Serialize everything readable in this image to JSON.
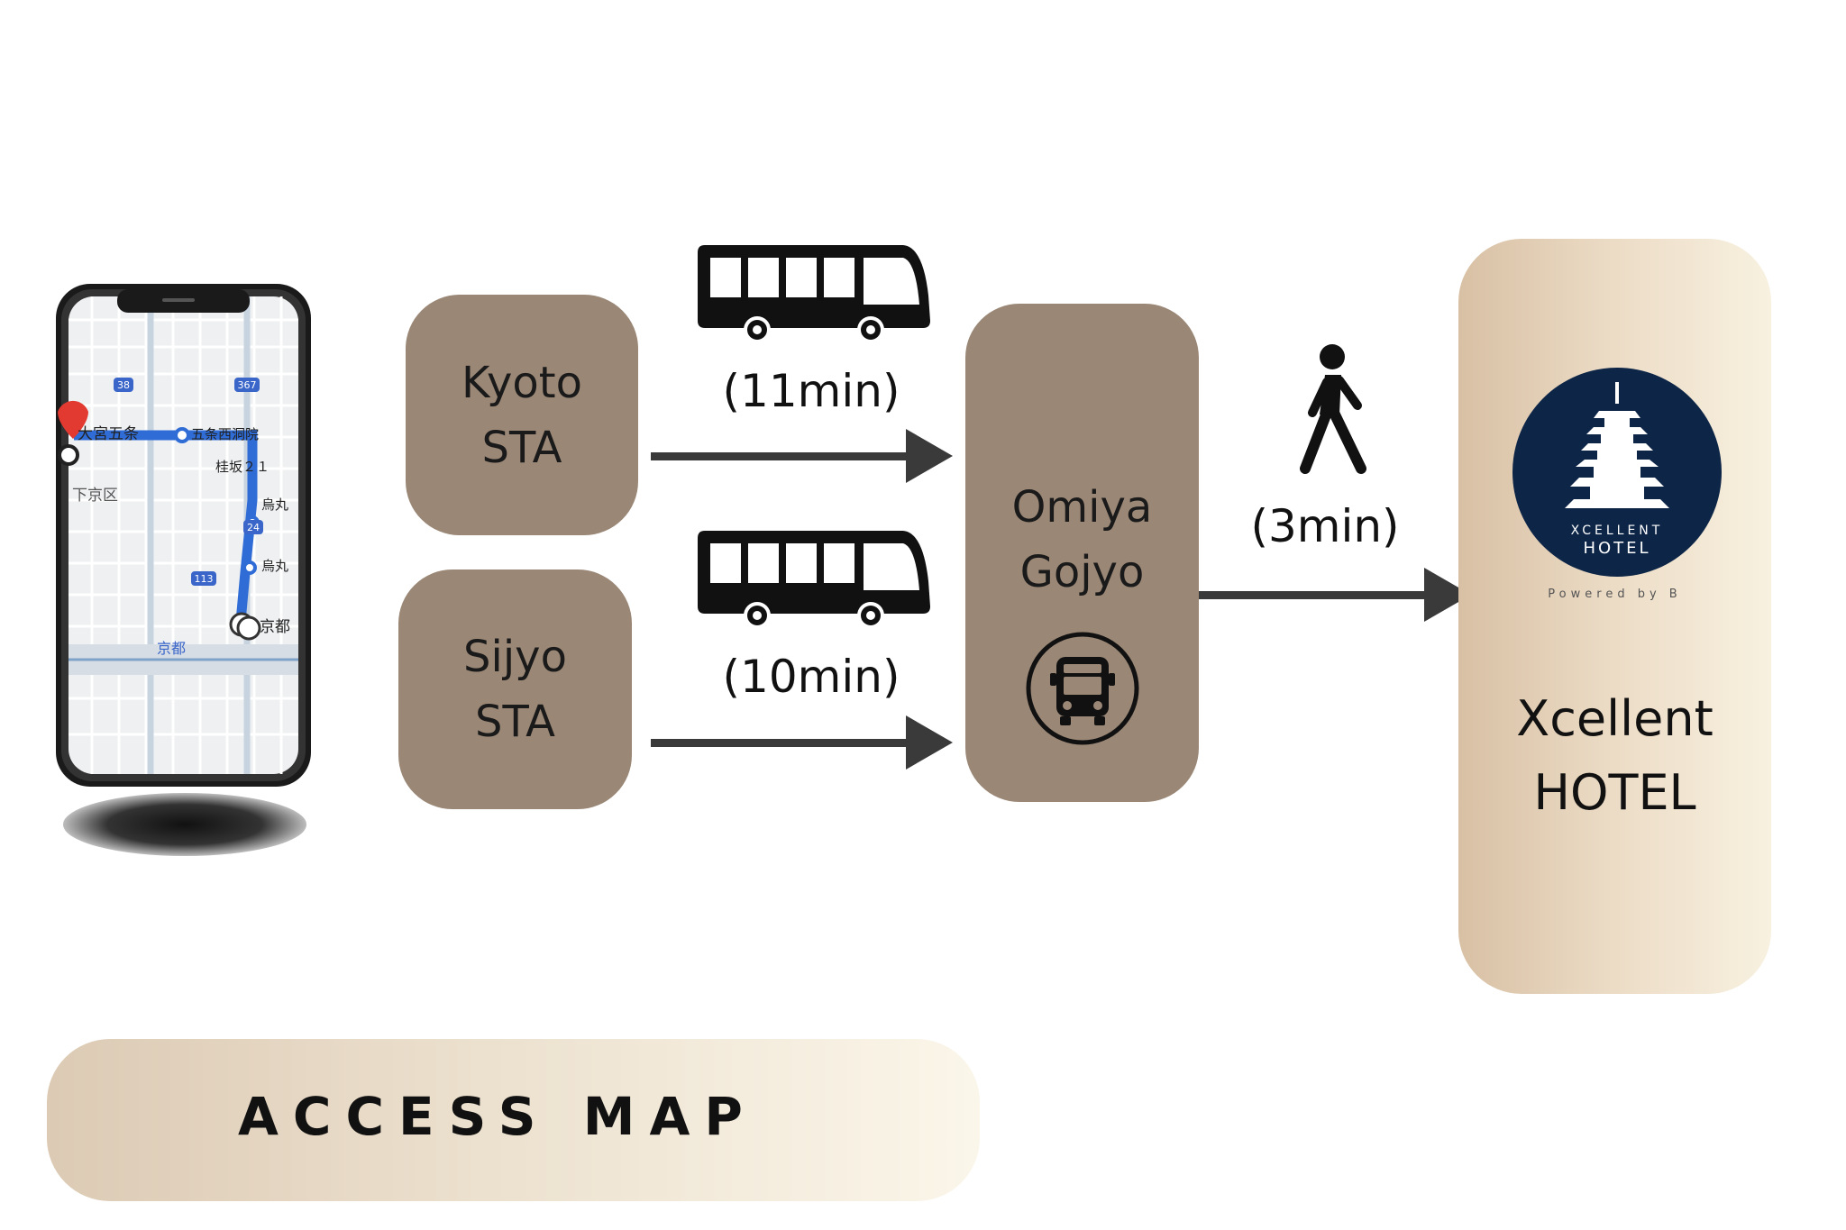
{
  "title": "ACCESS MAP",
  "colors": {
    "box": "#9a8776",
    "arrow": "#3a3a3a",
    "hotel_dark": "#0d2547"
  },
  "stations": [
    {
      "line1": "Kyoto",
      "line2": "STA"
    },
    {
      "line1": "Sijyo",
      "line2": "STA"
    }
  ],
  "routes": [
    {
      "mode": "bus-icon",
      "duration": "(11min)"
    },
    {
      "mode": "bus-icon",
      "duration": "(10min)"
    }
  ],
  "stop": {
    "line1": "Omiya",
    "line2": "Gojyo",
    "icon": "bus-stop-icon"
  },
  "walk": {
    "mode": "walking-person-icon",
    "duration": "(3min)"
  },
  "hotel": {
    "name_line1": "Xcellent",
    "name_line2": "HOTEL",
    "logo": {
      "brand": "XCELLENT",
      "sub": "HOTEL",
      "tagline": "Powered by B"
    }
  },
  "map": {
    "labels": [
      "大宮五条",
      "五条西洞院",
      "桂坂２１",
      "下京区",
      "烏丸",
      "京都"
    ],
    "route_numbers": [
      "38",
      "367",
      "24",
      "113"
    ]
  }
}
